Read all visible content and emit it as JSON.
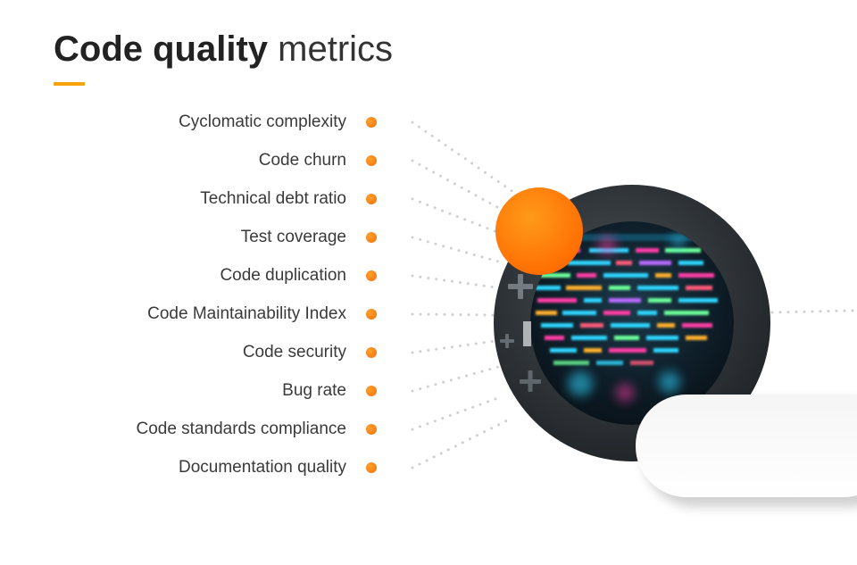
{
  "title": {
    "bold": "Code quality",
    "light": "metrics"
  },
  "metrics": [
    "Cyclomatic complexity",
    "Code churn",
    "Technical debt ratio",
    "Test coverage",
    "Code duplication",
    "Code Maintainability Index",
    "Code security",
    "Bug rate",
    "Code standards compliance",
    "Documentation quality"
  ],
  "colors": {
    "accent": "#f7a40c",
    "dot": "#f47a12",
    "orange_circle": "#ff7a00",
    "ring": "#2f3438",
    "connector": "#cfcfcf"
  },
  "icons": {
    "circle_image": "code-screen-image",
    "plus_marks": "plus-icon"
  }
}
